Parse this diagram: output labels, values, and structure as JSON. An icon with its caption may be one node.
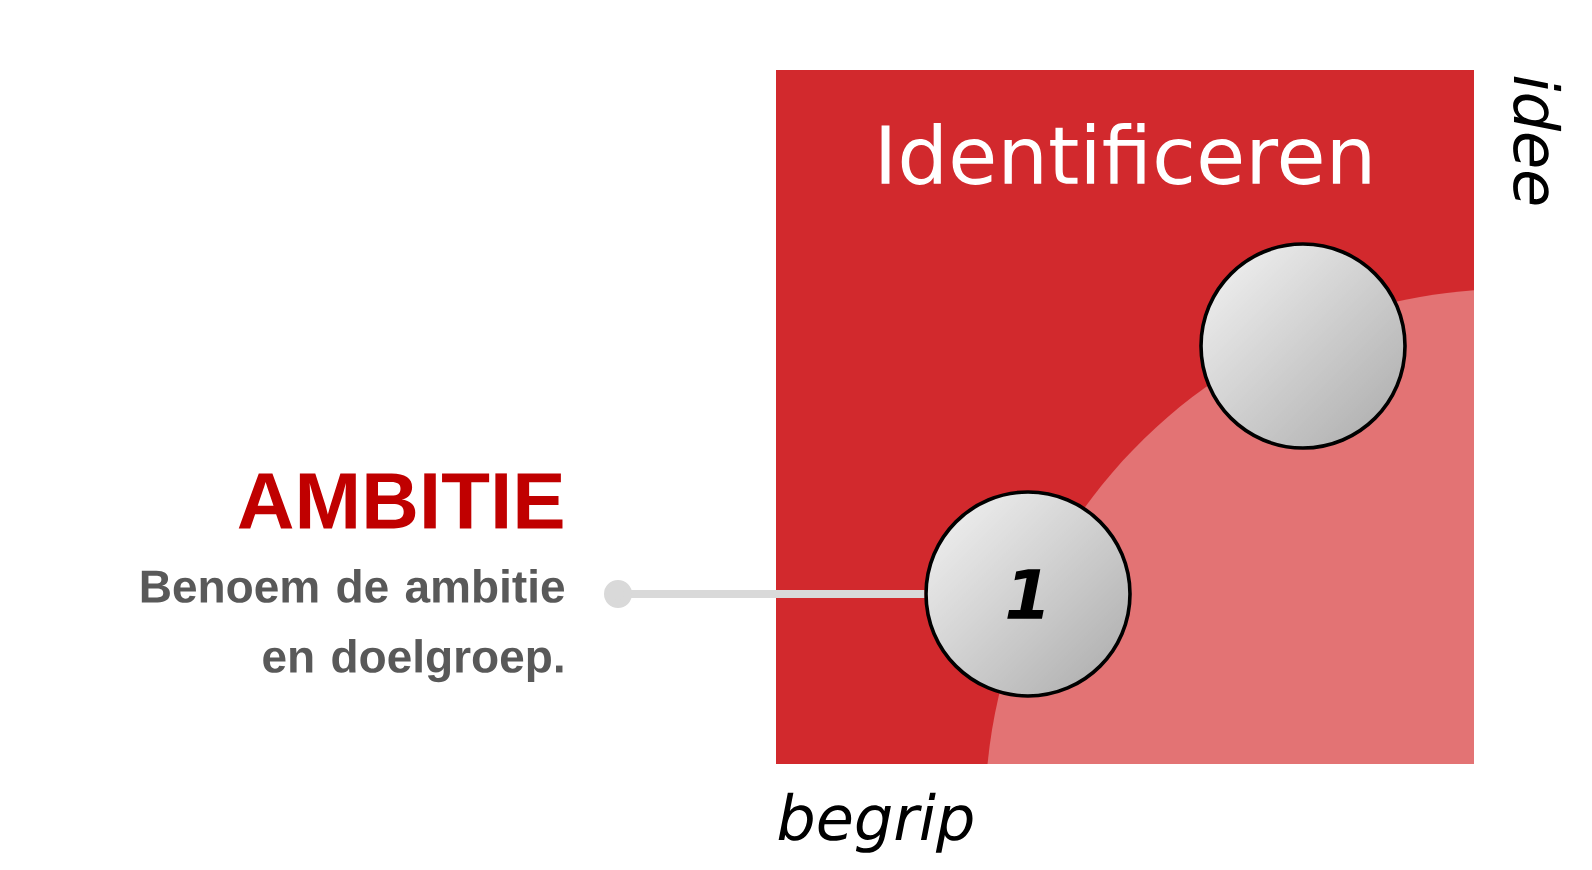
{
  "diagram": {
    "nodes": [
      {
        "text": [
          "Identificeren"
        ]
      },
      {
        "text": [],
        "shape": "circle",
        "in": 0
      },
      {
        "text": [
          "1"
        ],
        "in": 0
      },
      {
        "text": [
          "AMBITIE",
          "Benoem de ambitie en doelgroep."
        ]
      }
    ],
    "edges": [
      {
        "from": 3,
        "to": 2,
        "arrow": "other"
      }
    ],
    "labels": [
      "idee",
      "begrip"
    ]
  }
}
